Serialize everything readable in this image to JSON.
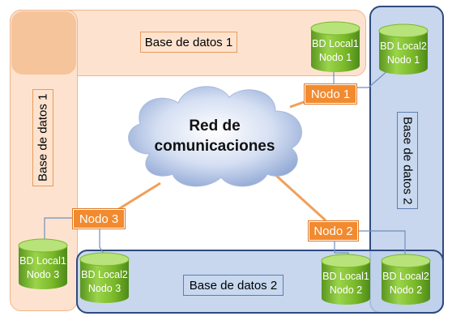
{
  "regions": {
    "bd1_horizontal_label": "Base de datos 1",
    "bd1_vertical_label": "Base de datos 1",
    "bd2_horizontal_label": "Base de datos 2",
    "bd2_vertical_label": "Base de datos 2"
  },
  "cloud": {
    "line1": "Red de",
    "line2": "comunicaciones"
  },
  "nodes": {
    "nodo1": "Nodo 1",
    "nodo2": "Nodo 2",
    "nodo3": "Nodo 3"
  },
  "databases": {
    "local1_nodo1": {
      "line1": "BD Local1",
      "line2": "Nodo 1"
    },
    "local2_nodo1": {
      "line1": "BD Local2",
      "line2": "Nodo 1"
    },
    "local1_nodo3": {
      "line1": "BD Local1",
      "line2": "Nodo 3"
    },
    "local2_nodo3": {
      "line1": "BD Local2",
      "line2": "Nodo 3"
    },
    "local1_nodo2": {
      "line1": "BD Local1",
      "line2": "Nodo 2"
    },
    "local2_nodo2": {
      "line1": "BD Local2",
      "line2": "Nodo 2"
    }
  },
  "colors": {
    "peach_region": "#fde3cf",
    "blue_region": "#bed0ea",
    "node_orange": "#f28a2f",
    "cylinder_green": "#7ab829"
  }
}
